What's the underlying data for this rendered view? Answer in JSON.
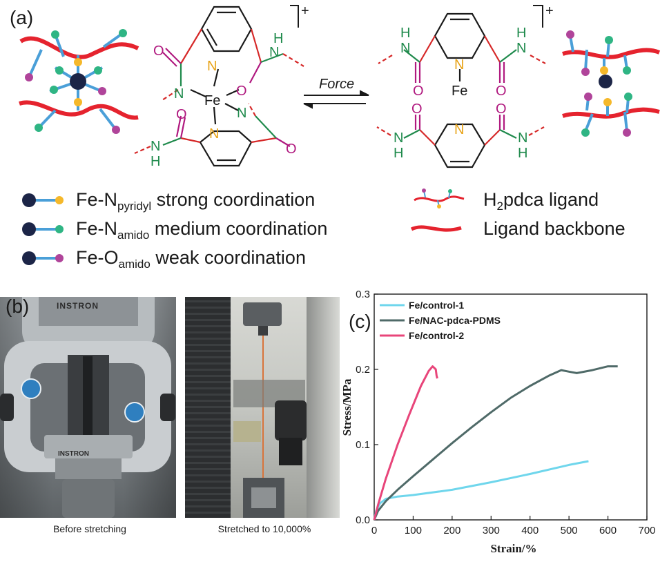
{
  "panel_a": {
    "label": "(a)",
    "charge_left": "+",
    "charge_right": "+",
    "force_label": "Force",
    "atoms": {
      "fe": "Fe",
      "n": "N",
      "o": "O",
      "h": "H"
    },
    "legend": [
      {
        "prefix": "Fe-N",
        "sub": "pyridyl",
        "rest": " strong coordination",
        "end_color": "#f5b82a"
      },
      {
        "prefix": "Fe-N",
        "sub": "amido",
        "rest": " medium coordination",
        "end_color": "#2fb584"
      },
      {
        "prefix": "Fe-O",
        "sub": "amido",
        "rest": " weak coordination",
        "end_color": "#b0449a"
      }
    ],
    "legend_right": [
      {
        "prefix": "H",
        "sub": "2",
        "rest": "pdca ligand"
      },
      {
        "prefix": "",
        "sub": "",
        "rest": "Ligand backbone"
      }
    ]
  },
  "panel_b": {
    "label": "(b)",
    "caption_left": "Before stretching",
    "caption_right": "Stretched to 10,000%",
    "brand_text": "INSTRON"
  },
  "panel_c": {
    "label": "(c)"
  },
  "colors": {
    "fe_node": "#1c2547",
    "bond": "#4a9fd8",
    "backbone": "#e5232e",
    "nitrogen": "#e8a317",
    "oxygen": "#b0197f",
    "amide_n": "#1f8a4c",
    "red_bond": "#d62828"
  },
  "chart_data": {
    "type": "line",
    "xlabel": "Strain/%",
    "ylabel": "Stress/MPa",
    "xlim": [
      0,
      700
    ],
    "ylim": [
      0,
      0.3
    ],
    "xticks": [
      0,
      100,
      200,
      300,
      400,
      500,
      600,
      700
    ],
    "yticks": [
      0.0,
      0.1,
      0.2,
      0.3
    ],
    "ytick_labels": [
      "0.0",
      "0.1",
      "0.2",
      "0.3"
    ],
    "legend_position": "top-left",
    "series": [
      {
        "name": "Fe/control-1",
        "color": "#6fd6ec",
        "x": [
          0,
          5,
          15,
          30,
          60,
          100,
          200,
          300,
          400,
          500,
          550
        ],
        "y": [
          0,
          0.012,
          0.022,
          0.028,
          0.031,
          0.033,
          0.04,
          0.05,
          0.061,
          0.073,
          0.078
        ]
      },
      {
        "name": "Fe/NAC-pdca-PDMS",
        "color": "#4f6a68",
        "x": [
          0,
          10,
          30,
          60,
          100,
          150,
          200,
          250,
          300,
          350,
          400,
          450,
          480,
          500,
          520,
          560,
          600,
          625
        ],
        "y": [
          0,
          0.012,
          0.025,
          0.04,
          0.058,
          0.08,
          0.102,
          0.123,
          0.143,
          0.162,
          0.178,
          0.192,
          0.199,
          0.197,
          0.195,
          0.199,
          0.204,
          0.204
        ]
      },
      {
        "name": "Fe/control-2",
        "color": "#e8457a",
        "x": [
          0,
          10,
          30,
          60,
          90,
          120,
          140,
          150,
          158,
          160,
          162
        ],
        "y": [
          0,
          0.02,
          0.055,
          0.1,
          0.14,
          0.178,
          0.198,
          0.204,
          0.2,
          0.192,
          0.188
        ]
      }
    ]
  }
}
